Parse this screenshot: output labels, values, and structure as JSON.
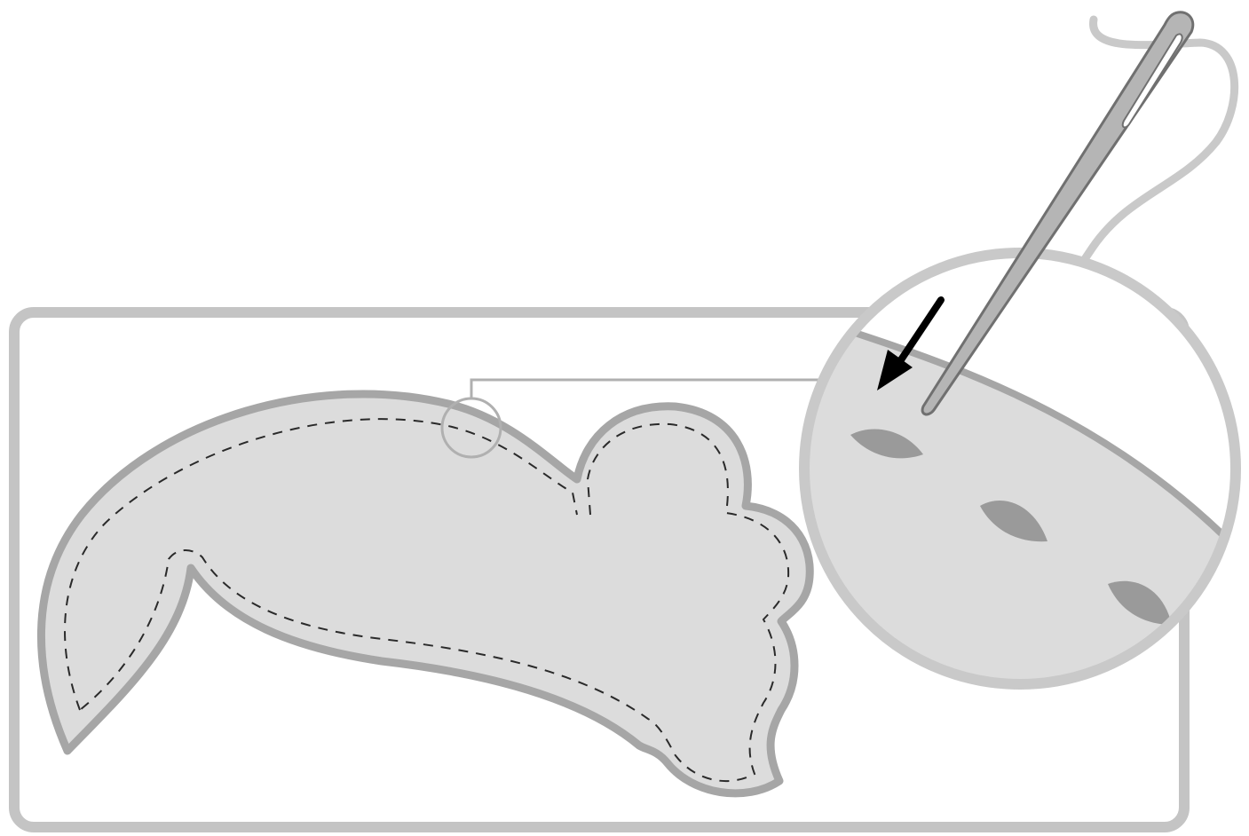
{
  "figure": {
    "background": "#ffffff",
    "colors": {
      "frame": "#c4c4c4",
      "fabric_fill": "#dcdcdc",
      "fabric_edge": "#a6a6a6",
      "stitch": "#2a2a2a",
      "callout": "#b0b0b0",
      "thread": "#c9c9c9",
      "needle_fill": "#b5b5b5",
      "needle_edge": "#707070",
      "stitch_hole": "#9a9a9a",
      "arrow": "#000000"
    },
    "icons": [
      "fabric-piece",
      "needle-icon",
      "thread",
      "magnifier-circle",
      "arrow-icon"
    ],
    "magnified_stitch_count": 3
  }
}
